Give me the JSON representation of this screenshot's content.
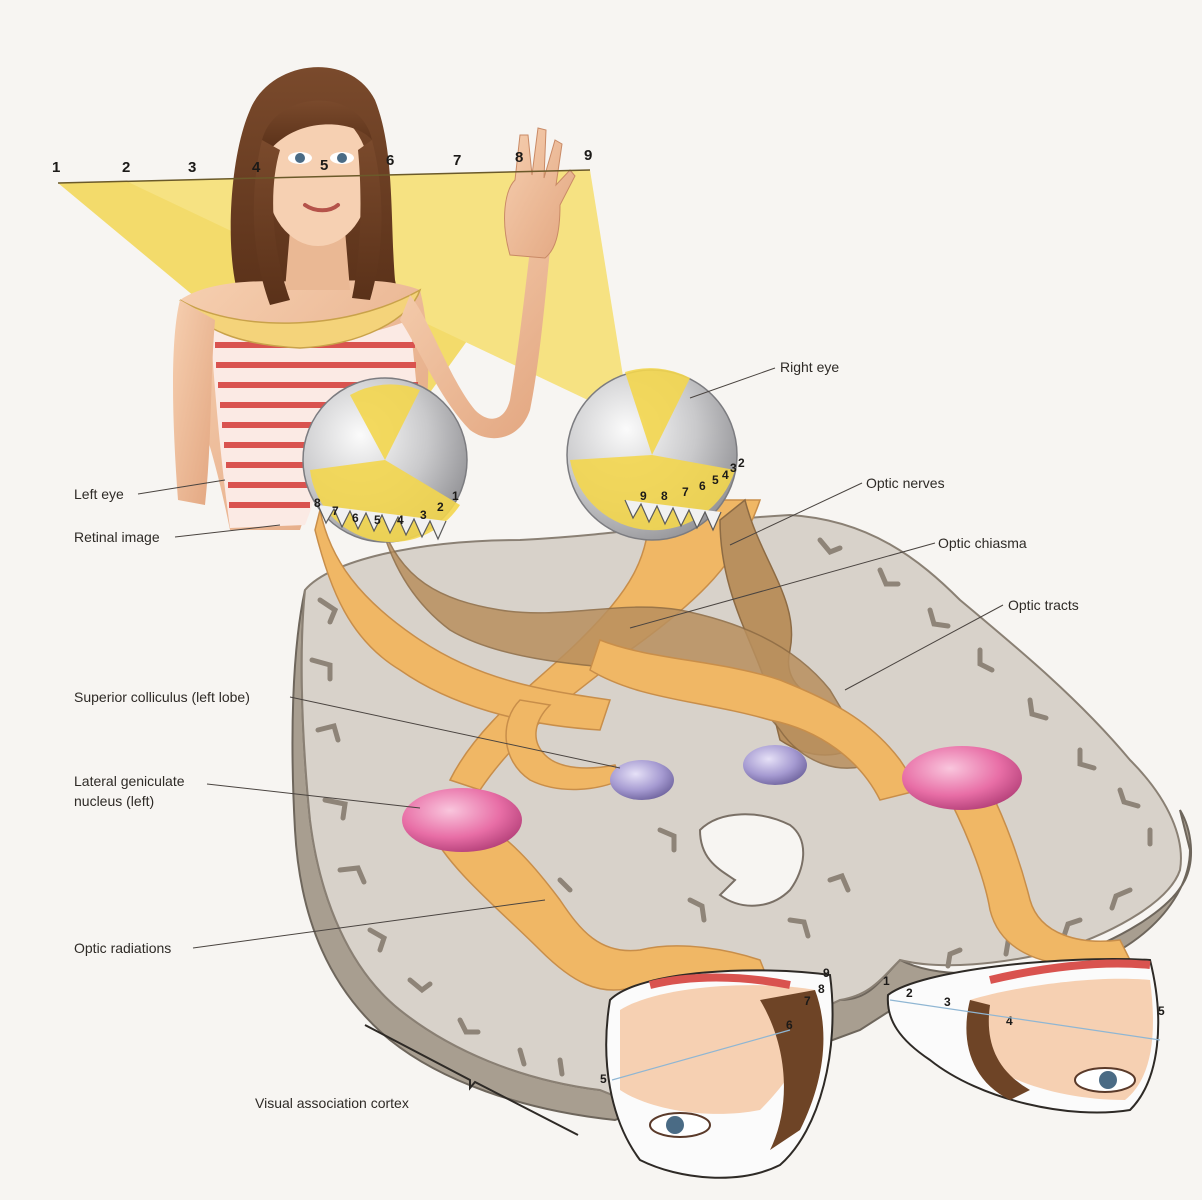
{
  "labels": {
    "right_eye": "Right eye",
    "left_eye": "Left eye",
    "retinal_image": "Retinal image",
    "optic_nerves": "Optic nerves",
    "optic_chiasma": "Optic chiasma",
    "optic_tracts": "Optic tracts",
    "superior_colliculus": "Superior colliculus (left lobe)",
    "lgn_line1": "Lateral geniculate",
    "lgn_line2": "nucleus (left)",
    "optic_radiations": "Optic radiations",
    "visual_association_cortex": "Visual association cortex"
  },
  "field_numbers": [
    "1",
    "2",
    "3",
    "4",
    "5",
    "6",
    "7",
    "8",
    "9"
  ],
  "left_retina_numbers": [
    "8",
    "7",
    "6",
    "5",
    "4",
    "3",
    "2",
    "1"
  ],
  "right_retina_numbers": [
    "9",
    "8",
    "7",
    "6",
    "5",
    "4",
    "3",
    "2"
  ],
  "left_cortex_numbers": [
    "9",
    "8",
    "7",
    "6",
    "5"
  ],
  "right_cortex_numbers": [
    "1",
    "2",
    "3",
    "4",
    "5"
  ],
  "colors": {
    "light_cone": "#f3d64e",
    "nerve": "#f0b765",
    "nerve_shadow": "#b9905e",
    "brain": "#d6d0c8",
    "brain_edge": "#8a8074",
    "eyeball": "#c9c9cb",
    "lgn": "#e86ea6",
    "colliculus": "#a59ad1"
  }
}
